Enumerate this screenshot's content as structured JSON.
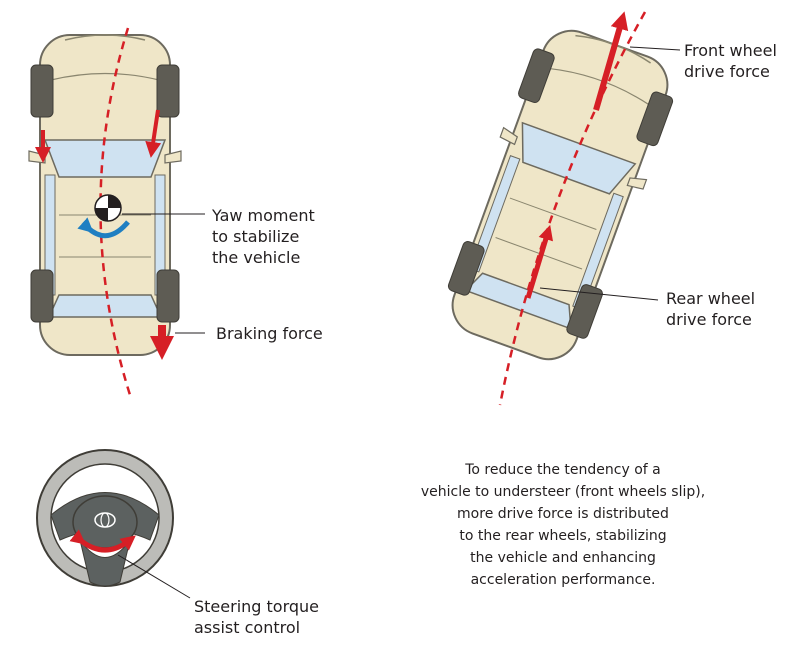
{
  "labels": {
    "yaw_moment": [
      "Yaw moment",
      "to stabilize",
      "the vehicle"
    ],
    "braking_force": "Braking force",
    "front_wheel": [
      "Front wheel",
      "drive force"
    ],
    "rear_wheel": [
      "Rear wheel",
      "drive force"
    ],
    "steering": [
      "Steering torque",
      "assist control"
    ]
  },
  "caption": [
    "To reduce the tendency of a",
    "vehicle to understeer (front wheels slip),",
    "more drive force is distributed",
    "to the rear wheels, stabilizing",
    "the vehicle and enhancing",
    "acceleration performance."
  ],
  "colors": {
    "body": "#efe6c8",
    "outline": "#6d6a5f",
    "glass": "#cfe2f1",
    "tire": "#5e5c54",
    "force_arrow": "#d61f26",
    "yaw_arrow": "#1f7fc2",
    "wheel_rim": "#bcbcb8",
    "wheel_hub": "#5c6160"
  }
}
